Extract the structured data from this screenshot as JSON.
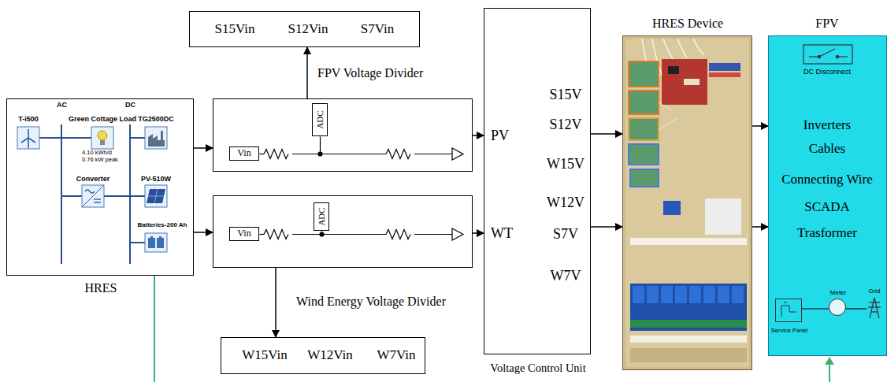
{
  "diagram": {
    "nodes": [
      {
        "text": [
          "HRES"
        ]
      },
      {
        "text": [
          "S15Vin",
          "S12Vin",
          "S7Vin"
        ]
      },
      {
        "text": [
          "FPV Voltage Divider"
        ]
      },
      {
        "text": [
          "Vin"
        ],
        "in": 2
      },
      {
        "text": [
          "ADC"
        ],
        "in": 2
      },
      {
        "text": [
          "Wind Energy Voltage Divider"
        ]
      },
      {
        "text": [
          "Vin"
        ],
        "in": 5
      },
      {
        "text": [
          "ADC"
        ],
        "in": 5
      },
      {
        "text": [
          "W15Vin",
          "W12Vin",
          "W7Vin"
        ]
      },
      {
        "text": [
          "PV",
          "S15V",
          "S12V",
          "W15V",
          "W12V",
          "S7V",
          "W7V",
          "WT",
          "Voltage Control Unit"
        ]
      },
      {
        "text": [
          "HRES Device"
        ]
      },
      {
        "text": [
          "FPV",
          "DC Disconnect",
          "Inverters",
          "Cables",
          "Connecting Wire",
          "SCADA",
          "Trasformer"
        ]
      },
      {
        "text": [
          "Service Panel"
        ],
        "in": 11
      },
      {
        "text": [
          "Meter"
        ],
        "in": 11
      },
      {
        "text": [
          "Grid"
        ],
        "in": 11
      }
    ],
    "edges": [
      {
        "from": 0,
        "to": 2,
        "arrow": "to"
      },
      {
        "from": 0,
        "to": 5,
        "arrow": "to"
      },
      {
        "from": 2,
        "to": 1,
        "arrow": "to"
      },
      {
        "from": 5,
        "to": 8,
        "arrow": "to"
      },
      {
        "from": 2,
        "to": 9,
        "arrow": "to"
      },
      {
        "from": 5,
        "to": 9,
        "arrow": "to"
      },
      {
        "from": 9,
        "to": 10,
        "arrow": "to"
      },
      {
        "from": 9,
        "to": 10,
        "arrow": "to"
      },
      {
        "from": 10,
        "to": 11,
        "arrow": "to"
      },
      {
        "from": 10,
        "to": 11,
        "arrow": "to"
      },
      {
        "from": 12,
        "to": 13,
        "arrow": "none"
      },
      {
        "from": 13,
        "to": 14,
        "arrow": "none"
      }
    ],
    "labels": [
      "AC",
      "DC",
      "T-i500",
      "Green Cottage Load",
      "4.10 kWh/d",
      "0.76 kW peak",
      "TG2500DC",
      "Converter",
      "PV-510W",
      "Batteries-200 Ah"
    ]
  }
}
